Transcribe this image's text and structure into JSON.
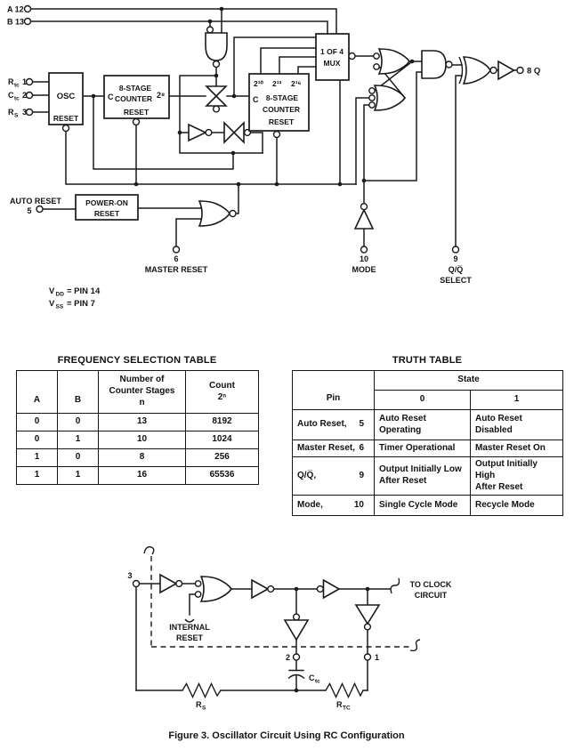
{
  "diagram": {
    "pin_a": "A 12",
    "pin_b": "B 13",
    "rtc": {
      "m": "R",
      "s": "tc",
      "n": "1"
    },
    "ctc": {
      "m": "C",
      "s": "tc",
      "n": "2"
    },
    "rs": {
      "m": "R",
      "s": "S",
      "n": "3"
    },
    "osc": {
      "t1": "OSC",
      "t2": "RESET"
    },
    "c1": {
      "c": "C",
      "t1": "8-STAGE",
      "t2": "COUNTER",
      "t3": "RESET",
      "out": "2⁸"
    },
    "c2": {
      "c": "C",
      "p10": "2¹⁰",
      "p13": "2¹³",
      "p16": "2¹⁶",
      "t1": "8-STAGE",
      "t2": "COUNTER",
      "t3": "RESET"
    },
    "mux": {
      "t1": "1 OF 4",
      "t2": "MUX"
    },
    "q_out": "8  Q",
    "auto_reset": {
      "label": "AUTO RESET",
      "num": "5"
    },
    "por": {
      "t1": "POWER-ON",
      "t2": "RESET"
    },
    "master_reset": {
      "num": "6",
      "label": "MASTER RESET"
    },
    "mode": {
      "num": "10",
      "label": "MODE"
    },
    "qsel": {
      "num": "9",
      "t1": "Q/Q̅",
      "t2": "SELECT"
    },
    "vdd": {
      "m": "V",
      "s": "DD",
      "rest": "= PIN 14"
    },
    "vss": {
      "m": "V",
      "s": "SS",
      "rest": "= PIN 7"
    }
  },
  "frequency_table": {
    "title": "FREQUENCY SELECTION TABLE",
    "headers": {
      "a": "A",
      "b": "B",
      "stages": "Number of\nCounter Stages\nn",
      "count": "Count\n2ⁿ"
    },
    "rows": [
      {
        "a": "0",
        "b": "0",
        "n": "13",
        "count": "8192"
      },
      {
        "a": "0",
        "b": "1",
        "n": "10",
        "count": "1024"
      },
      {
        "a": "1",
        "b": "0",
        "n": "8",
        "count": "256"
      },
      {
        "a": "1",
        "b": "1",
        "n": "16",
        "count": "65536"
      }
    ]
  },
  "truth_table": {
    "title": "TRUTH TABLE",
    "pin_header": "Pin",
    "state_header": "State",
    "state0": "0",
    "state1": "1",
    "rows": [
      {
        "pin": "Auto Reset,",
        "num": "5",
        "s0": "Auto Reset\nOperating",
        "s1": "Auto Reset Disabled"
      },
      {
        "pin": "Master Reset,",
        "num": "6",
        "s0": "Timer Operational",
        "s1": "Master Reset On"
      },
      {
        "pin": "Q/Q̅,",
        "num": "9",
        "s0": "Output Initially Low\nAfter Reset",
        "s1": "Output Initially High\nAfter Reset"
      },
      {
        "pin": "Mode,",
        "num": "10",
        "s0": "Single Cycle Mode",
        "s1": "Recycle Mode"
      }
    ]
  },
  "fig3": {
    "pin3": "3",
    "node1": "1",
    "node2": "2",
    "internal_reset": {
      "t1": "INTERNAL",
      "t2": "RESET"
    },
    "to_clock": {
      "t1": "TO CLOCK",
      "t2": "CIRCUIT"
    },
    "ctc": {
      "m": "C",
      "s": "tc"
    },
    "rs": {
      "m": "R",
      "s": "S"
    },
    "rtc": {
      "m": "R",
      "s": "TC"
    },
    "caption": "Figure 3. Oscillator Circuit Using RC Configuration"
  }
}
